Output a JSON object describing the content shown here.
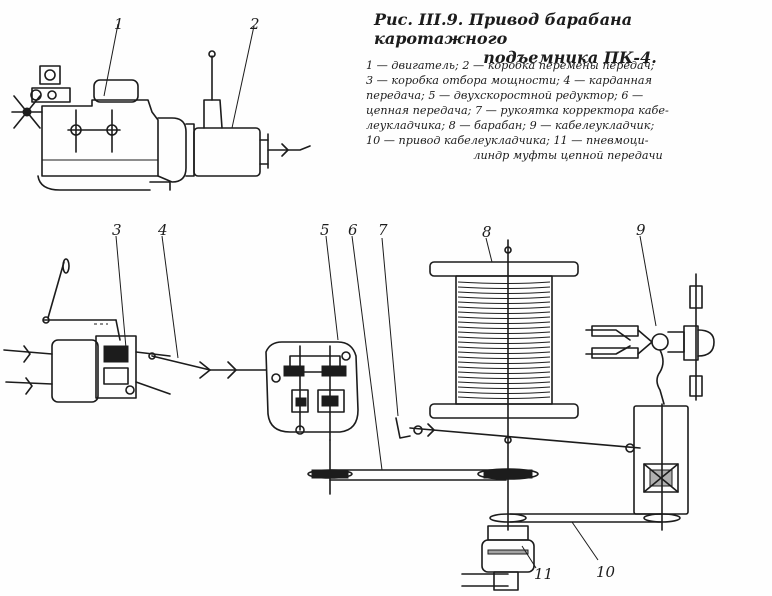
{
  "caption": {
    "title_line1": "Рис. III.9. Привод барабана каротажного",
    "title_line2": "подъемника ПК-4."
  },
  "legend_lines": [
    "1 — двигатель;  2 — коробка перемены передач;",
    "3 — коробка отбора мощности;  4 — карданная",
    "передача;  5 — двухскоростной редуктор;  6 —",
    "цепная передача;  7 — рукоятка корректора кабе-",
    "леукладчика;  8 — барабан;  9 — кабелеукладчик;",
    "10 — привод кабелеукладчика;  11 — пневмоци-",
    "линдр муфты цепной передачи"
  ],
  "labels": {
    "n1": "1",
    "n2": "2",
    "n3": "3",
    "n4": "4",
    "n5": "5",
    "n6": "6",
    "n7": "7",
    "n8": "8",
    "n9": "9",
    "n10": "10",
    "n11": "11"
  }
}
